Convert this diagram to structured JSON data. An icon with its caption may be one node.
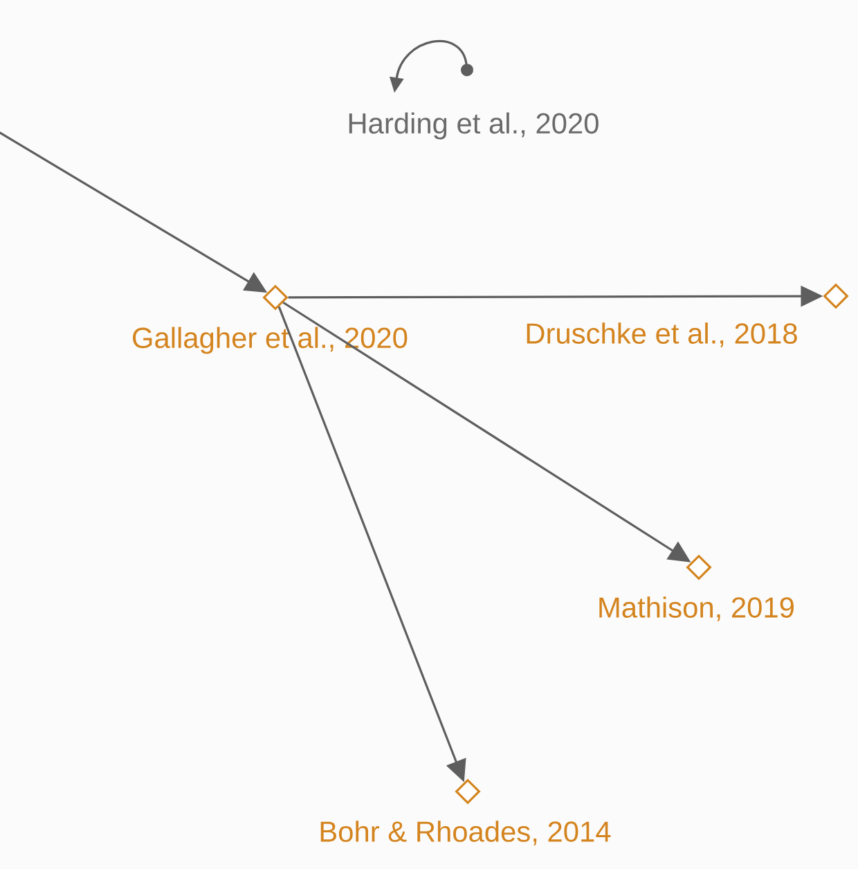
{
  "diagram": {
    "nodes": [
      {
        "text": [
          "Harding et al., 2020"
        ]
      },
      {
        "text": [],
        "shape": "diamond",
        "beside": [
          "Gallagher et al., 2020"
        ]
      },
      {
        "text": [],
        "shape": "diamond",
        "beside": [
          "Druschke et al., 2018"
        ]
      },
      {
        "text": [],
        "shape": "diamond",
        "beside": [
          "Mathison, 2019"
        ]
      },
      {
        "text": [],
        "shape": "diamond",
        "beside": [
          "Bohr & Rhoades, 2014"
        ]
      }
    ],
    "edges": [
      {
        "from": 0,
        "to": 0,
        "arrow": "to"
      },
      {
        "from": null,
        "to": 1,
        "arrow": "to"
      },
      {
        "from": 1,
        "to": 2,
        "arrow": "to"
      },
      {
        "from": 1,
        "to": 3,
        "arrow": "to"
      },
      {
        "from": 1,
        "to": 4,
        "arrow": "to"
      }
    ]
  }
}
